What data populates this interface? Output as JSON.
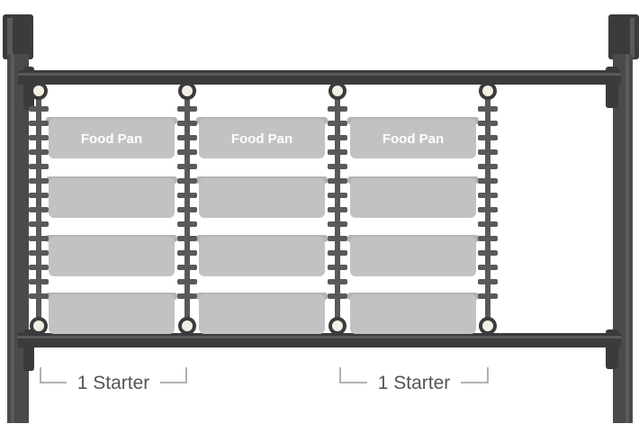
{
  "diagram": {
    "pan_label": "Food Pan",
    "starter_label": "1 Starter",
    "colors": {
      "frame": "#3b3b3b",
      "frame_highlight": "#5a5a5a",
      "post": "#4a4a4a",
      "pan": "#c2c2c2",
      "pan_rim": "#b4b4b4",
      "pan_text": "#ffffff",
      "rail": "#595959",
      "clip": "#8a8a8a",
      "cap_light": "#f2efe4",
      "bracket": "#999999",
      "bracket_text": "#555555"
    },
    "columns": [
      {
        "name": "column-1",
        "pans": [
          {
            "label": "Food Pan"
          },
          {
            "label": ""
          },
          {
            "label": ""
          },
          {
            "label": ""
          }
        ]
      },
      {
        "name": "column-2",
        "pans": [
          {
            "label": "Food Pan"
          },
          {
            "label": ""
          },
          {
            "label": ""
          },
          {
            "label": ""
          }
        ]
      },
      {
        "name": "column-3",
        "pans": [
          {
            "label": "Food Pan"
          },
          {
            "label": ""
          },
          {
            "label": ""
          },
          {
            "label": ""
          }
        ]
      }
    ],
    "starters": [
      {
        "label": "1 Starter"
      },
      {
        "label": "1 Starter"
      }
    ]
  }
}
